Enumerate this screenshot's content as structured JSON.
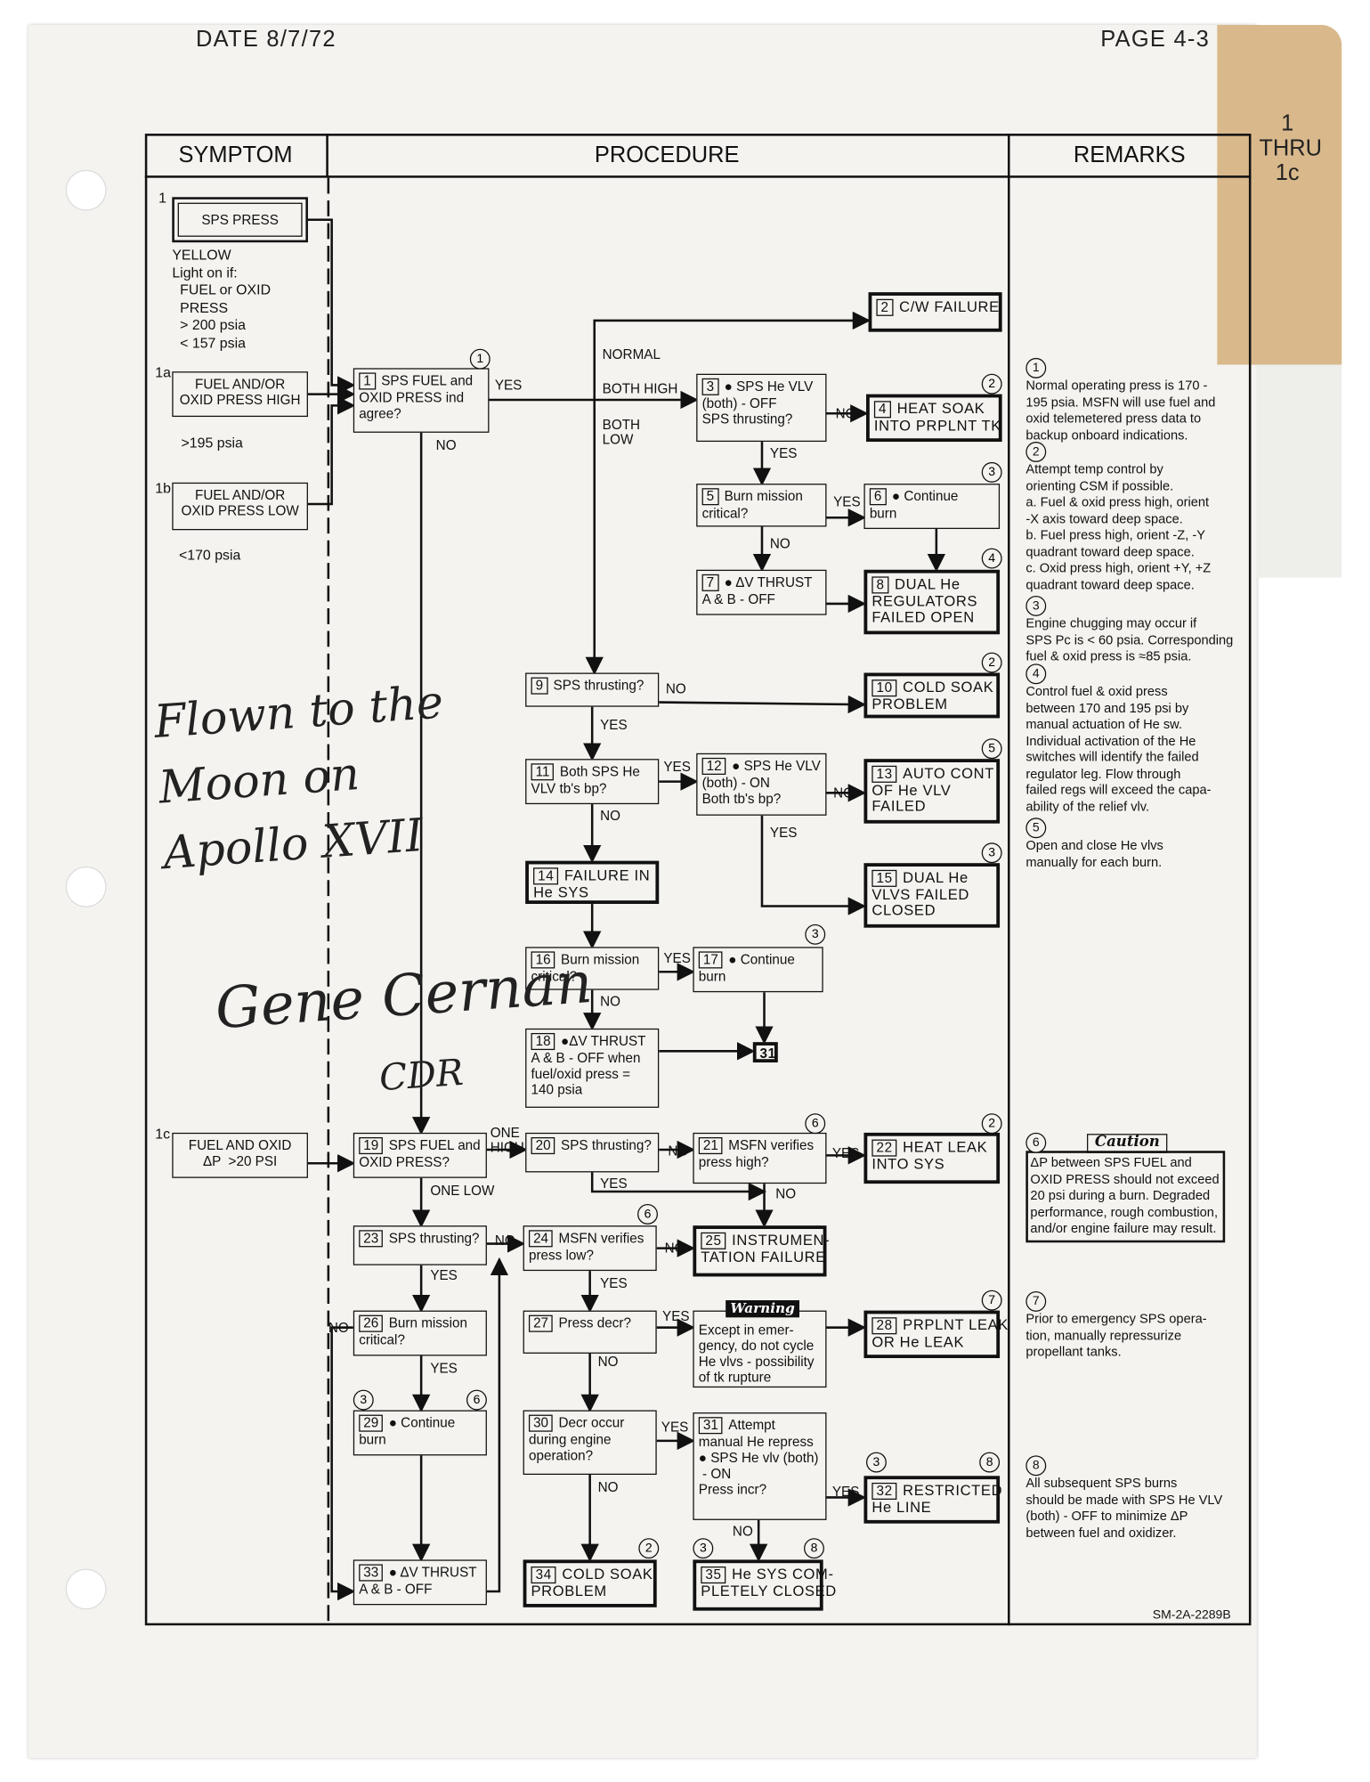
{
  "header": {
    "date": "DATE 8/7/72",
    "page": "PAGE 4-3",
    "tab": "1\nTHRU\n1c",
    "footer": "SM-2A-2289B"
  },
  "columns": {
    "symptom": "SYMPTOM",
    "procedure": "PROCEDURE",
    "remarks": "REMARKS"
  },
  "symptoms": {
    "s1": {
      "num": "1",
      "box": "SPS PRESS",
      "text": "YELLOW\nLight on if:\n  FUEL or OXID\n  PRESS\n  > 200 psia\n  < 157 psia"
    },
    "s1a": {
      "num": "1a",
      "box": "FUEL AND/OR\nOXID PRESS HIGH",
      "note": ">195 psia"
    },
    "s1b": {
      "num": "1b",
      "box": "FUEL AND/OR\nOXID PRESS LOW",
      "note": "<170 psia"
    },
    "s1c": {
      "num": "1c",
      "box": "FUEL AND OXID\nΔP  >20 PSI"
    }
  },
  "boxes": [
    {
      "id": "b1",
      "num": "1",
      "text": "SPS FUEL and\nOXID PRESS ind\nagree?"
    },
    {
      "id": "b2",
      "num": "2",
      "text": "C/W FAILURE"
    },
    {
      "id": "b3",
      "num": "3",
      "text": "● SPS He VLV\n(both) - OFF\nSPS thrusting?"
    },
    {
      "id": "b4",
      "num": "4",
      "text": "HEAT SOAK\nINTO PRPLNT TK"
    },
    {
      "id": "b5",
      "num": "5",
      "text": "Burn mission\ncritical?"
    },
    {
      "id": "b6",
      "num": "6",
      "text": "● Continue\nburn"
    },
    {
      "id": "b7",
      "num": "7",
      "text": "● ΔV THRUST\nA & B - OFF"
    },
    {
      "id": "b8",
      "num": "8",
      "text": "DUAL He\nREGULATORS\nFAILED OPEN"
    },
    {
      "id": "b9",
      "num": "9",
      "text": "SPS thrusting?"
    },
    {
      "id": "b10",
      "num": "10",
      "text": "COLD SOAK\nPROBLEM"
    },
    {
      "id": "b11",
      "num": "11",
      "text": "Both SPS He\nVLV tb's bp?"
    },
    {
      "id": "b12",
      "num": "12",
      "text": "● SPS He VLV\n(both) - ON\nBoth tb's bp?"
    },
    {
      "id": "b13",
      "num": "13",
      "text": "AUTO CONT\nOF He VLV\nFAILED"
    },
    {
      "id": "b14",
      "num": "14",
      "text": "FAILURE IN\nHe SYS"
    },
    {
      "id": "b15",
      "num": "15",
      "text": "DUAL He\nVLVS FAILED\nCLOSED"
    },
    {
      "id": "b16",
      "num": "16",
      "text": "Burn mission\ncritical?"
    },
    {
      "id": "b17",
      "num": "17",
      "text": "● Continue\nburn"
    },
    {
      "id": "b18",
      "num": "18",
      "text": "●ΔV THRUST\nA & B - OFF when\nfuel/oxid press =\n140 psia"
    },
    {
      "id": "b31s",
      "num": "31",
      "text": ""
    },
    {
      "id": "b19",
      "num": "19",
      "text": "SPS FUEL and\nOXID PRESS?"
    },
    {
      "id": "b20",
      "num": "20",
      "text": "SPS thrusting?"
    },
    {
      "id": "b21",
      "num": "21",
      "text": "MSFN verifies\npress high?"
    },
    {
      "id": "b22",
      "num": "22",
      "text": "HEAT LEAK\nINTO SYS"
    },
    {
      "id": "b23",
      "num": "23",
      "text": "SPS thrusting?"
    },
    {
      "id": "b24",
      "num": "24",
      "text": "MSFN verifies\npress low?"
    },
    {
      "id": "b25",
      "num": "25",
      "text": "INSTRUMEN-\nTATION FAILURE"
    },
    {
      "id": "b26",
      "num": "26",
      "text": "Burn mission\ncritical?"
    },
    {
      "id": "b27",
      "num": "27",
      "text": "Press decr?"
    },
    {
      "id": "bw",
      "num": "Warning",
      "text": "Except in emer-\ngency, do not cycle\nHe vlvs - possibility\nof tk rupture"
    },
    {
      "id": "b28",
      "num": "28",
      "text": "PRPLNT LEAK\nOR He LEAK"
    },
    {
      "id": "b29",
      "num": "29",
      "text": "● Continue\nburn"
    },
    {
      "id": "b30",
      "num": "30",
      "text": "Decr occur\nduring engine\noperation?"
    },
    {
      "id": "b31",
      "num": "31",
      "text": "Attempt\nmanual He repress\n● SPS He vlv (both)\n - ON\nPress incr?"
    },
    {
      "id": "b32",
      "num": "32",
      "text": "RESTRICTED\nHe LINE"
    },
    {
      "id": "b33",
      "num": "33",
      "text": "● ΔV THRUST\nA & B - OFF"
    },
    {
      "id": "b34",
      "num": "34",
      "text": "COLD SOAK\nPROBLEM"
    },
    {
      "id": "b35",
      "num": "35",
      "text": "He SYS COM-\nPLETELY CLOSED"
    }
  ],
  "labels": [
    "YES",
    "NO",
    "NORMAL",
    "BOTH HIGH",
    "BOTH\nLOW",
    "NO",
    "YES",
    "YES",
    "NO",
    "NO",
    "YES",
    "YES",
    "NO",
    "NO",
    "YES",
    "YES",
    "NO",
    "ONE\nHIGH",
    "ONE LOW",
    "NO",
    "YES",
    "YES",
    "NO",
    "NO",
    "NO",
    "YES",
    "YES",
    "NO",
    "YES",
    "YES",
    "NO",
    "YES",
    "NO",
    "YES",
    "NO"
  ],
  "circles": [
    "1",
    "2",
    "3",
    "4",
    "2",
    "5",
    "3",
    "3",
    "6",
    "2",
    "6",
    "7",
    "3",
    "6",
    "3",
    "8",
    "2",
    "3",
    "8"
  ],
  "remarks": [
    {
      "num": "1",
      "text": "Normal operating press is 170 -\n195 psia.  MSFN will use fuel and\noxid telemetered press data to\nbackup onboard indications."
    },
    {
      "num": "2",
      "text": "Attempt temp control by\norienting CSM if possible.\na. Fuel & oxid press high, orient\n   -X axis toward deep space.\nb. Fuel press high, orient -Z, -Y\n   quadrant toward deep space.\nc. Oxid press high, orient +Y, +Z\n   quadrant toward deep space."
    },
    {
      "num": "3",
      "text": "Engine chugging may occur if\nSPS Pc is < 60 psia.  Corresponding\nfuel & oxid press is ≈85 psia."
    },
    {
      "num": "4",
      "text": "Control fuel & oxid press\nbetween 170 and 195 psi by\nmanual actuation of He sw.\nIndividual activation of the He\nswitches will identify the failed\nregulator leg.  Flow through\nfailed regs will exceed the capa-\nability of the relief vlv."
    },
    {
      "num": "5",
      "text": "Open and close He vlvs\nmanually for each burn."
    },
    {
      "num": "6",
      "title": "Caution",
      "text": "ΔP between SPS FUEL and\nOXID PRESS should not exceed\n20 psi during a burn.  Degraded\nperformance, rough combustion,\nand/or engine failure may result."
    },
    {
      "num": "7",
      "text": "Prior to emergency SPS opera-\ntion, manually repressurize\npropellant tanks."
    },
    {
      "num": "8",
      "text": "All subsequent SPS burns\nshould be made with SPS He VLV\n(both) - OFF to minimize ΔP\nbetween fuel and oxidizer."
    }
  ],
  "signature": {
    "inscription": "Flown to the\nMoon on\nApollo XVII",
    "name": "Gene Cernan",
    "title": "CDR"
  }
}
